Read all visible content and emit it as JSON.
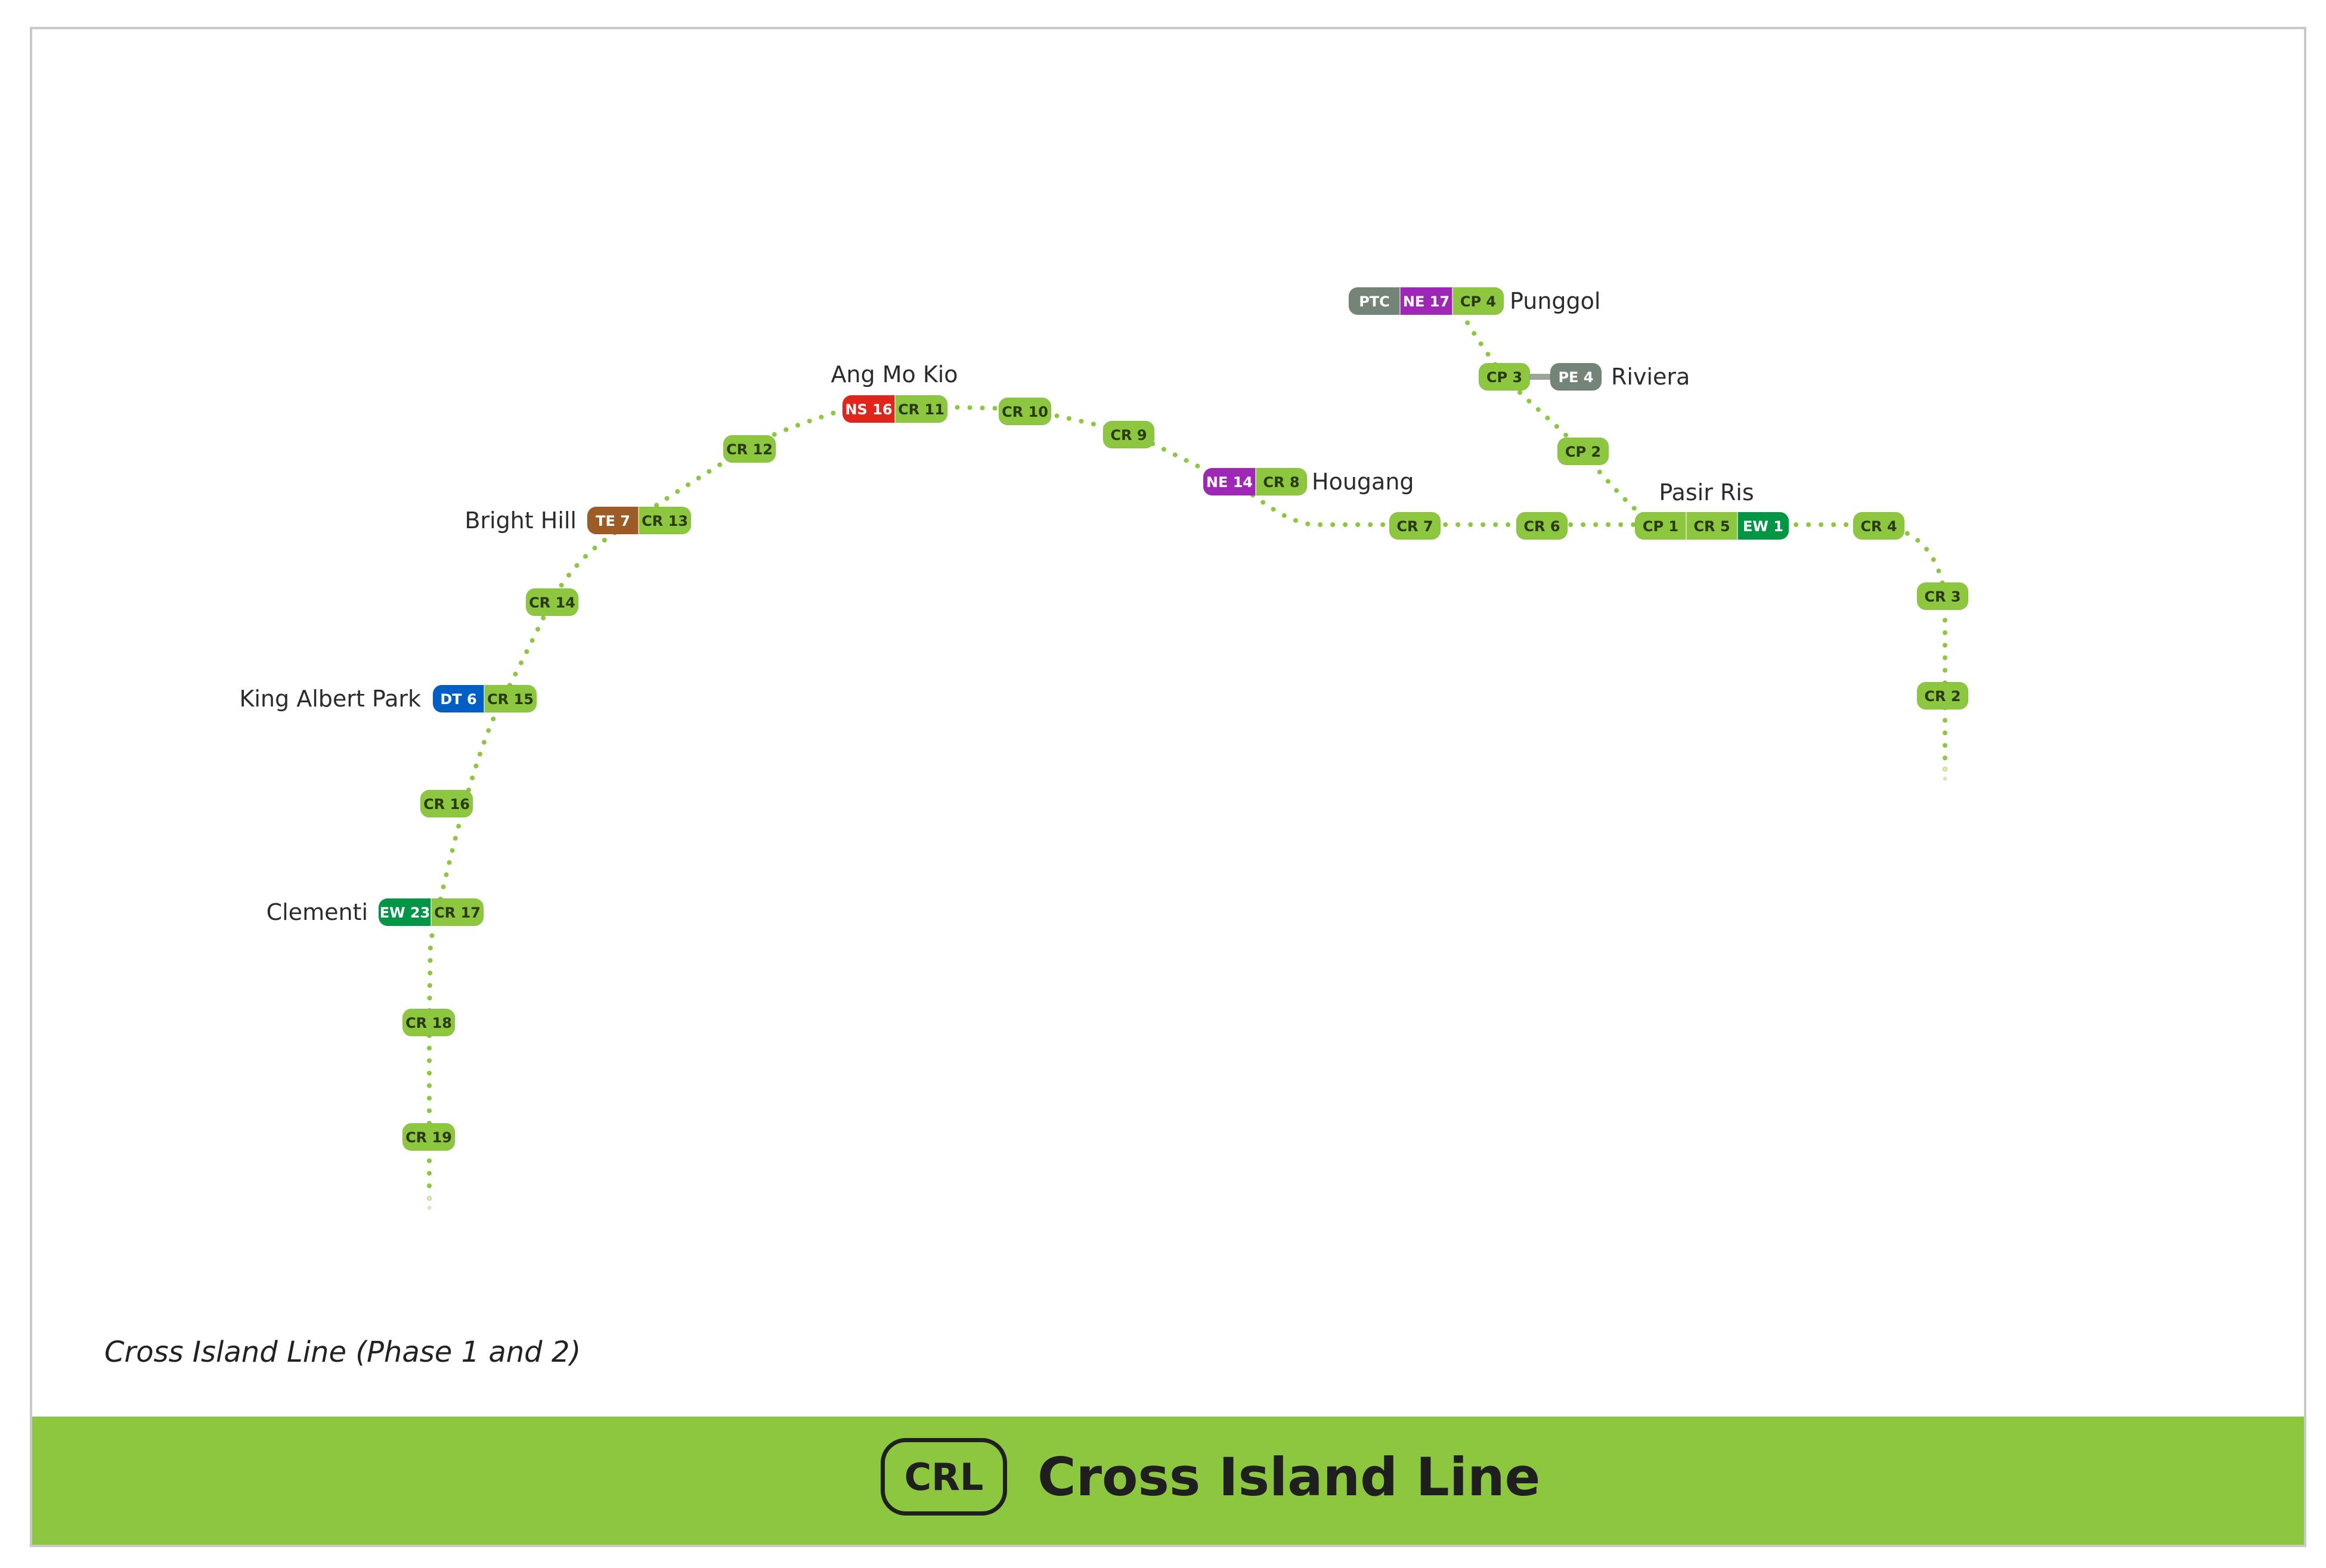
{
  "colors": {
    "crl": "#8dc63f",
    "ns": "#e0251b",
    "ew": "#009645",
    "ne": "#9e28b5",
    "dt": "#005ec4",
    "te": "#9d5b25",
    "lrt": "#748477",
    "label": "#2b2b2b"
  },
  "caption": "Cross Island Line (Phase 1 and 2)",
  "banner": {
    "logo": "CRL",
    "title": "Cross Island Line"
  },
  "stations": [
    {
      "id": "punggol",
      "name": "Punggol",
      "codes": [
        {
          "code": "PTC",
          "line": "lrt"
        },
        {
          "code": "NE 17",
          "line": "ne"
        },
        {
          "code": "CP 4",
          "line": "crl"
        }
      ]
    },
    {
      "id": "cp3",
      "name": "",
      "codes": [
        {
          "code": "CP 3",
          "line": "crl"
        }
      ]
    },
    {
      "id": "riviera",
      "name": "Riviera",
      "codes": [
        {
          "code": "PE 4",
          "line": "lrt"
        }
      ]
    },
    {
      "id": "cp2",
      "name": "",
      "codes": [
        {
          "code": "CP 2",
          "line": "crl"
        }
      ]
    },
    {
      "id": "pasir-ris",
      "name": "Pasir Ris",
      "codes": [
        {
          "code": "CP 1",
          "line": "crl"
        },
        {
          "code": "CR 5",
          "line": "crl"
        },
        {
          "code": "EW 1",
          "line": "ew"
        }
      ]
    },
    {
      "id": "cr4",
      "name": "",
      "codes": [
        {
          "code": "CR 4",
          "line": "crl"
        }
      ]
    },
    {
      "id": "cr3",
      "name": "",
      "codes": [
        {
          "code": "CR 3",
          "line": "crl"
        }
      ]
    },
    {
      "id": "cr2",
      "name": "",
      "codes": [
        {
          "code": "CR 2",
          "line": "crl"
        }
      ]
    },
    {
      "id": "cr6",
      "name": "",
      "codes": [
        {
          "code": "CR 6",
          "line": "crl"
        }
      ]
    },
    {
      "id": "cr7",
      "name": "",
      "codes": [
        {
          "code": "CR 7",
          "line": "crl"
        }
      ]
    },
    {
      "id": "hougang",
      "name": "Hougang",
      "codes": [
        {
          "code": "NE 14",
          "line": "ne"
        },
        {
          "code": "CR 8",
          "line": "crl"
        }
      ]
    },
    {
      "id": "cr9",
      "name": "",
      "codes": [
        {
          "code": "CR 9",
          "line": "crl"
        }
      ]
    },
    {
      "id": "cr10",
      "name": "",
      "codes": [
        {
          "code": "CR 10",
          "line": "crl"
        }
      ]
    },
    {
      "id": "ang-mo-kio",
      "name": "Ang Mo Kio",
      "codes": [
        {
          "code": "NS 16",
          "line": "ns"
        },
        {
          "code": "CR 11",
          "line": "crl"
        }
      ]
    },
    {
      "id": "cr12",
      "name": "",
      "codes": [
        {
          "code": "CR 12",
          "line": "crl"
        }
      ]
    },
    {
      "id": "bright-hill",
      "name": "Bright Hill",
      "codes": [
        {
          "code": "TE 7",
          "line": "te"
        },
        {
          "code": "CR 13",
          "line": "crl"
        }
      ]
    },
    {
      "id": "cr14",
      "name": "",
      "codes": [
        {
          "code": "CR 14",
          "line": "crl"
        }
      ]
    },
    {
      "id": "king-albert-park",
      "name": "King Albert Park",
      "codes": [
        {
          "code": "DT 6",
          "line": "dt"
        },
        {
          "code": "CR 15",
          "line": "crl"
        }
      ]
    },
    {
      "id": "cr16",
      "name": "",
      "codes": [
        {
          "code": "CR 16",
          "line": "crl"
        }
      ]
    },
    {
      "id": "clementi",
      "name": "Clementi",
      "codes": [
        {
          "code": "EW 23",
          "line": "ew"
        },
        {
          "code": "CR 17",
          "line": "crl"
        }
      ]
    },
    {
      "id": "cr18",
      "name": "",
      "codes": [
        {
          "code": "CR 18",
          "line": "crl"
        }
      ]
    },
    {
      "id": "cr19",
      "name": "",
      "codes": [
        {
          "code": "CR 19",
          "line": "crl"
        }
      ]
    }
  ]
}
